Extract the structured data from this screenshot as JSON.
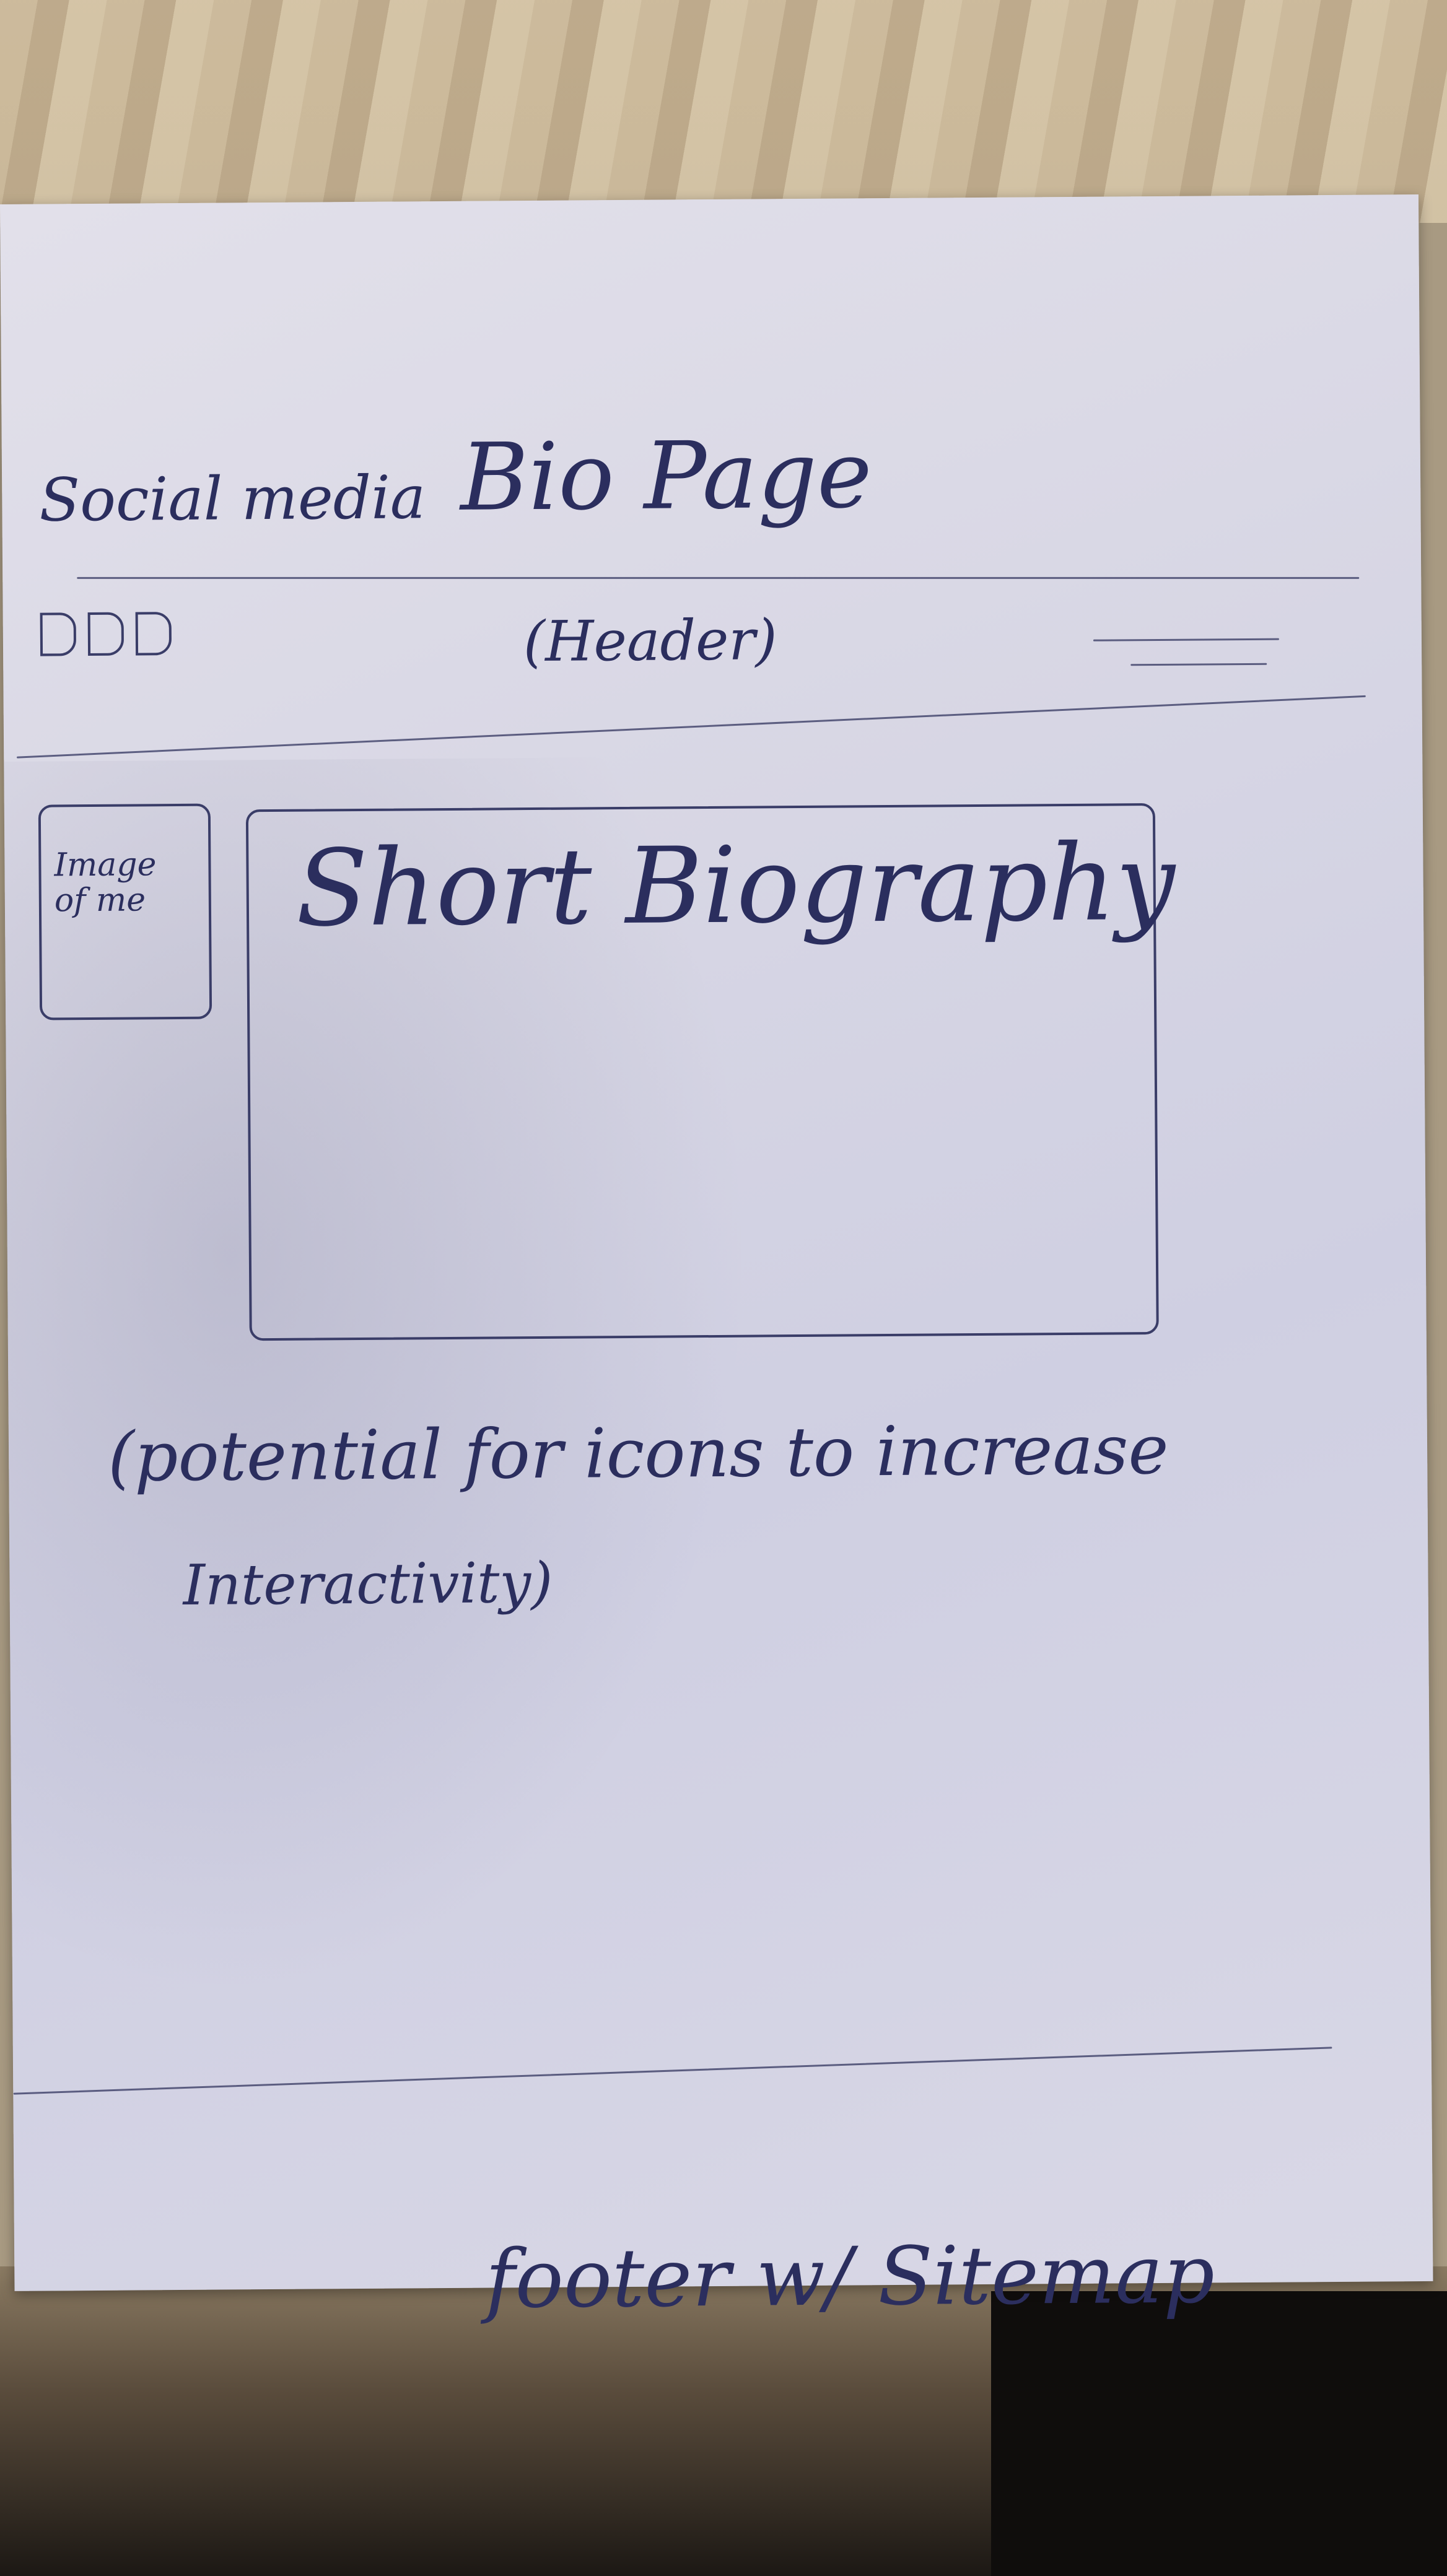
{
  "page": {
    "social_media_label": "Social media",
    "title": "Bio Page",
    "header_label": "(Header)",
    "image_placeholder": "Image of me",
    "bio_placeholder": "Short Biography",
    "note_line1": "(potential for icons to increase",
    "note_line2": "Interactivity)",
    "footer_label": "footer w/ Sitemap"
  },
  "social_icons": [
    "social-icon-1",
    "social-icon-2",
    "social-icon-3"
  ]
}
